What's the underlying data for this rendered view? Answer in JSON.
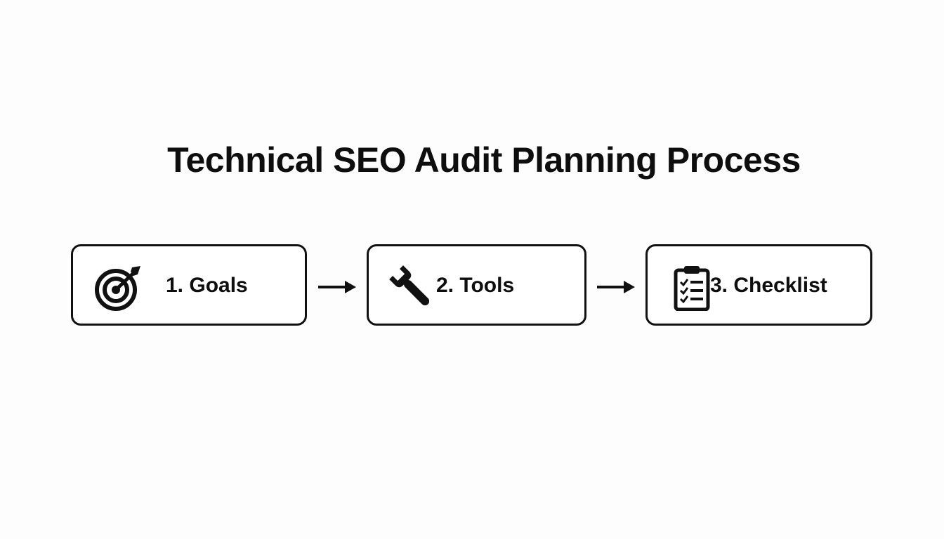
{
  "diagram": {
    "title": "Technical SEO Audit Planning Process",
    "steps": [
      {
        "label": "1. Goals",
        "icon": "target-icon"
      },
      {
        "label": "2. Tools",
        "icon": "wrench-icon"
      },
      {
        "label": "3. Checklist",
        "icon": "clipboard-checklist-icon"
      }
    ],
    "connector_icon": "arrow-right-icon"
  }
}
